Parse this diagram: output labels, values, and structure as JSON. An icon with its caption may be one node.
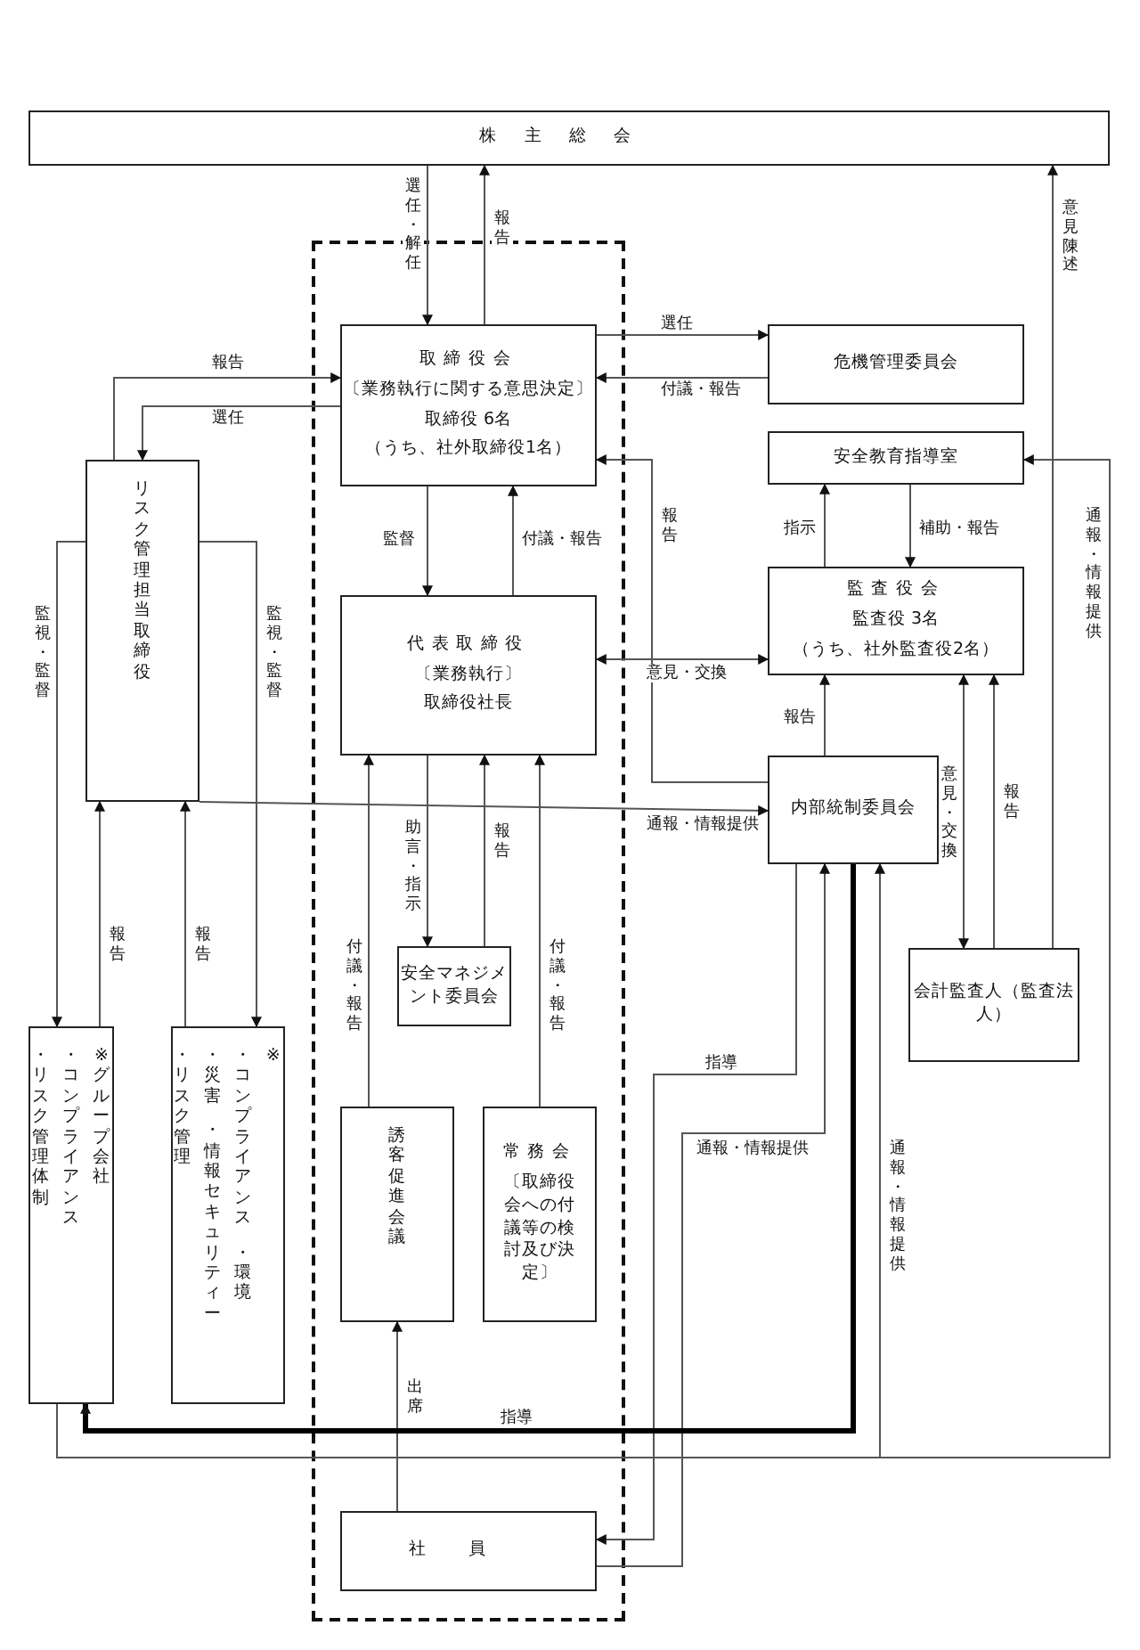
{
  "diagram": {
    "nodes": [
      {
        "text": [
          "株主総会"
        ]
      },
      {
        "text": [],
        "shape": "box"
      },
      {
        "text": [
          "取締役会",
          "〔業務執行に関する意思決定〕",
          "取締役 6名",
          "（うち、社外取締役1名）"
        ],
        "in": 1
      },
      {
        "text": [
          "危機管理委員会"
        ]
      },
      {
        "text": [
          "安全教育指導室"
        ]
      },
      {
        "text": [
          "リスク管理担当取締役"
        ]
      },
      {
        "text": [
          "代表取締役",
          "〔業務執行〕",
          "取締役社長"
        ],
        "in": 1
      },
      {
        "text": [
          "監査役会",
          "監査役 3名",
          "（うち、社外監査役2名）"
        ]
      },
      {
        "text": [
          "内部統制委員会"
        ]
      },
      {
        "text": [
          "安全マネジメント委員会"
        ],
        "in": 1
      },
      {
        "text": [
          "会計監査人（監査法人）"
        ]
      },
      {
        "text": [
          "・リスク管理体制",
          "・コンプライアンス",
          "※グループ会社"
        ]
      },
      {
        "text": [
          "・リスク管理",
          "・災害",
          "・情報セキュリティー",
          "・コンプライアンス",
          "・環境",
          "※"
        ]
      },
      {
        "text": [
          "誘客促進会議"
        ],
        "in": 1
      },
      {
        "text": [
          "常務会",
          "〔取締役会への付議等の検討及び決定〕"
        ],
        "in": 1
      },
      {
        "text": [
          "社員"
        ],
        "in": 1
      }
    ],
    "edges": [
      {
        "from": 0,
        "to": 2,
        "arrow": "to",
        "label": "選任・解任"
      },
      {
        "from": 2,
        "to": 0,
        "arrow": "to",
        "label": "報告"
      },
      {
        "from": 2,
        "to": 3,
        "arrow": "to",
        "label": "選任"
      },
      {
        "from": 3,
        "to": 2,
        "arrow": "to",
        "label": "付議・報告"
      },
      {
        "from": 5,
        "to": 2,
        "arrow": "to",
        "label": "報告"
      },
      {
        "from": 2,
        "to": 5,
        "arrow": "to",
        "label": "選任"
      },
      {
        "from": 8,
        "to": 2,
        "arrow": "to",
        "label": "報告"
      },
      {
        "from": 2,
        "to": 6,
        "arrow": "to",
        "label": "監督"
      },
      {
        "from": 6,
        "to": 2,
        "arrow": "to",
        "label": "付議・報告"
      },
      {
        "from": 7,
        "to": 4,
        "arrow": "to",
        "label": "指示"
      },
      {
        "from": 4,
        "to": 7,
        "arrow": "to",
        "label": "補助・報告"
      },
      {
        "from": 6,
        "to": 7,
        "arrow": "both",
        "label": "意見・交換"
      },
      {
        "from": 8,
        "to": 7,
        "arrow": "to",
        "label": "報告"
      },
      {
        "from": 7,
        "to": 10,
        "arrow": "both",
        "label": "意見・交換"
      },
      {
        "from": 10,
        "to": 7,
        "arrow": "to",
        "label": "報告"
      },
      {
        "from": 10,
        "to": 0,
        "arrow": "to",
        "label": "意見陳述"
      },
      {
        "from": 11,
        "to": 4,
        "arrow": "to",
        "label": "通報・情報提供"
      },
      {
        "from": 5,
        "to": 8,
        "arrow": "to",
        "label": "通報・情報提供"
      },
      {
        "from": 5,
        "to": 11,
        "arrow": "to",
        "label": "監視・監督"
      },
      {
        "from": 11,
        "to": 5,
        "arrow": "to",
        "label": "報告"
      },
      {
        "from": 12,
        "to": 5,
        "arrow": "to",
        "label": "報告"
      },
      {
        "from": 5,
        "to": 12,
        "arrow": "to",
        "label": "監視・監督"
      },
      {
        "from": 6,
        "to": 9,
        "arrow": "to",
        "label": "助言・指示"
      },
      {
        "from": 9,
        "to": 6,
        "arrow": "to",
        "label": "報告"
      },
      {
        "from": 13,
        "to": 6,
        "arrow": "to",
        "label": "付議・報告"
      },
      {
        "from": 14,
        "to": 6,
        "arrow": "to",
        "label": "付議・報告"
      },
      {
        "from": 15,
        "to": 13,
        "arrow": "to",
        "label": "出席"
      },
      {
        "from": 8,
        "to": 15,
        "arrow": "to",
        "label": "指導"
      },
      {
        "from": 15,
        "to": 8,
        "arrow": "to",
        "label": "通報・情報提供"
      },
      {
        "from": 8,
        "to": 11,
        "arrow": "to",
        "label": "指導",
        "style": "thick"
      },
      {
        "from": 11,
        "to": 8,
        "arrow": "to",
        "label": "通報・情報提供"
      }
    ]
  }
}
